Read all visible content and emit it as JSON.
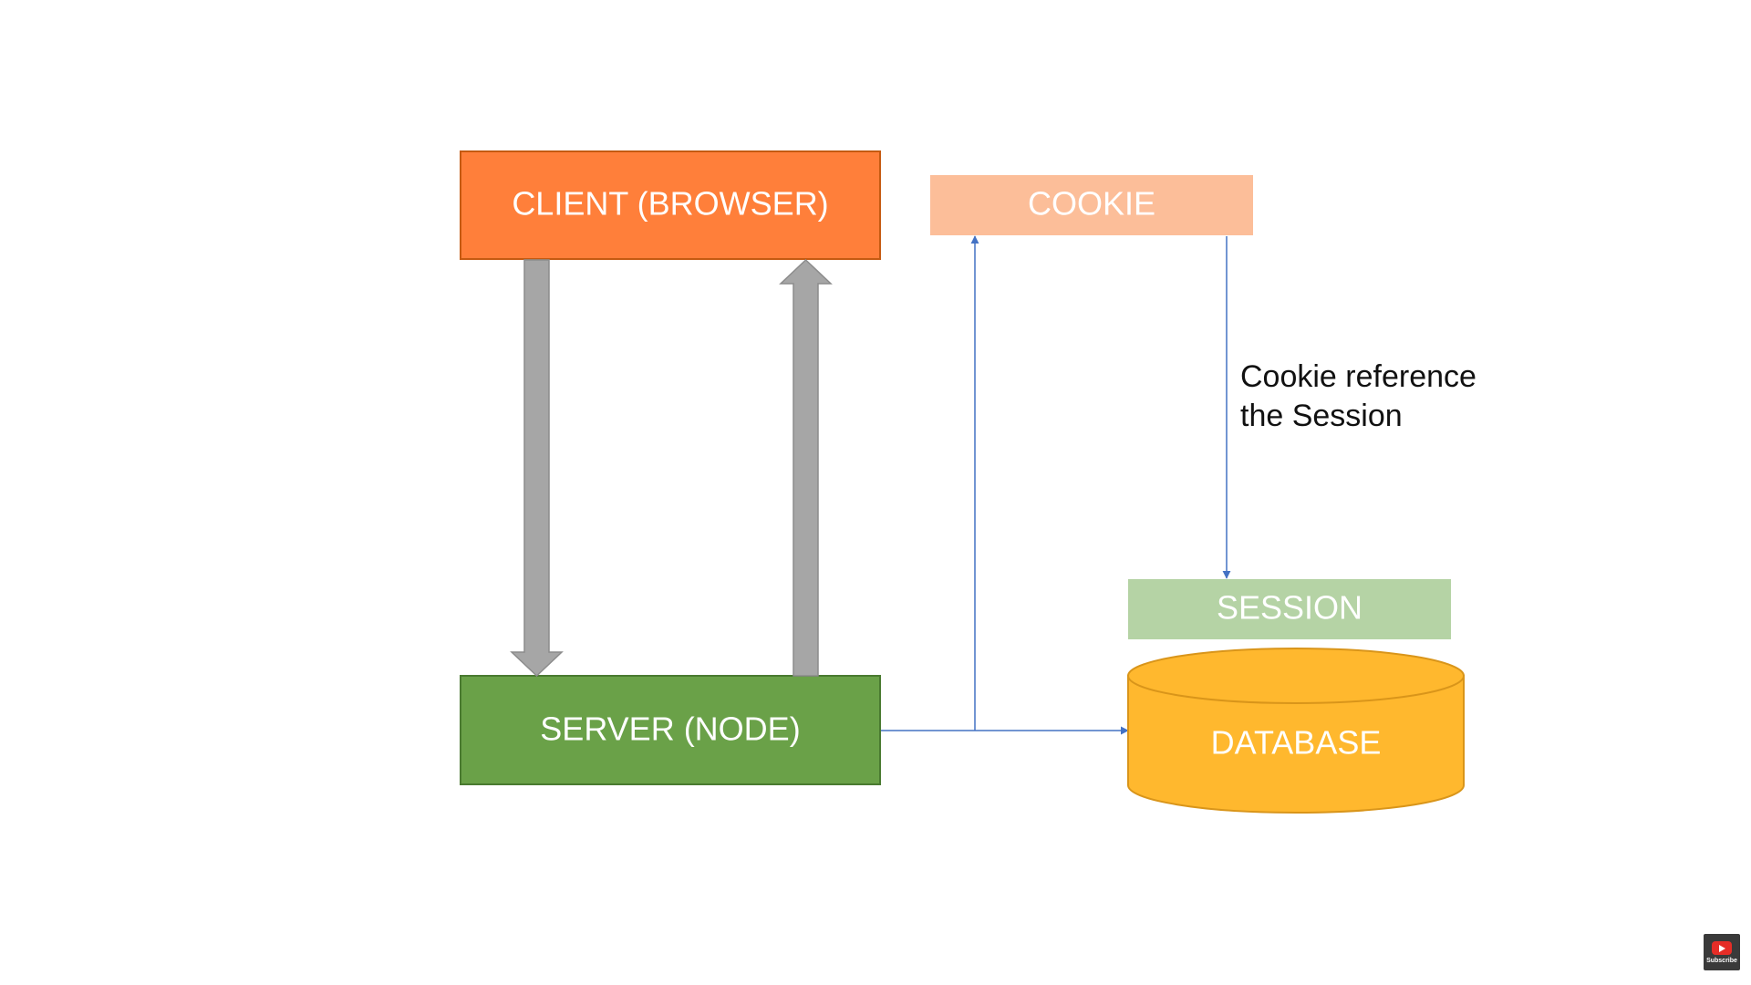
{
  "nodes": {
    "client": {
      "label": "CLIENT (BROWSER)",
      "color": "#FF7F3A"
    },
    "cookie": {
      "label": "COOKIE",
      "color": "#FCBE99"
    },
    "session": {
      "label": "SESSION",
      "color": "#B5D3A5"
    },
    "server": {
      "label": "SERVER (NODE)",
      "color": "#6AA148"
    },
    "database": {
      "label": "DATABASE",
      "color": "#FFB82E"
    }
  },
  "annotation": {
    "line1": "Cookie reference",
    "line2": "the Session"
  },
  "colors": {
    "flow_arrow": "#A6A6A6",
    "connector": "#4472C4"
  },
  "badge": {
    "icon": "youtube-subscribe-icon",
    "label": "Subscribe"
  }
}
